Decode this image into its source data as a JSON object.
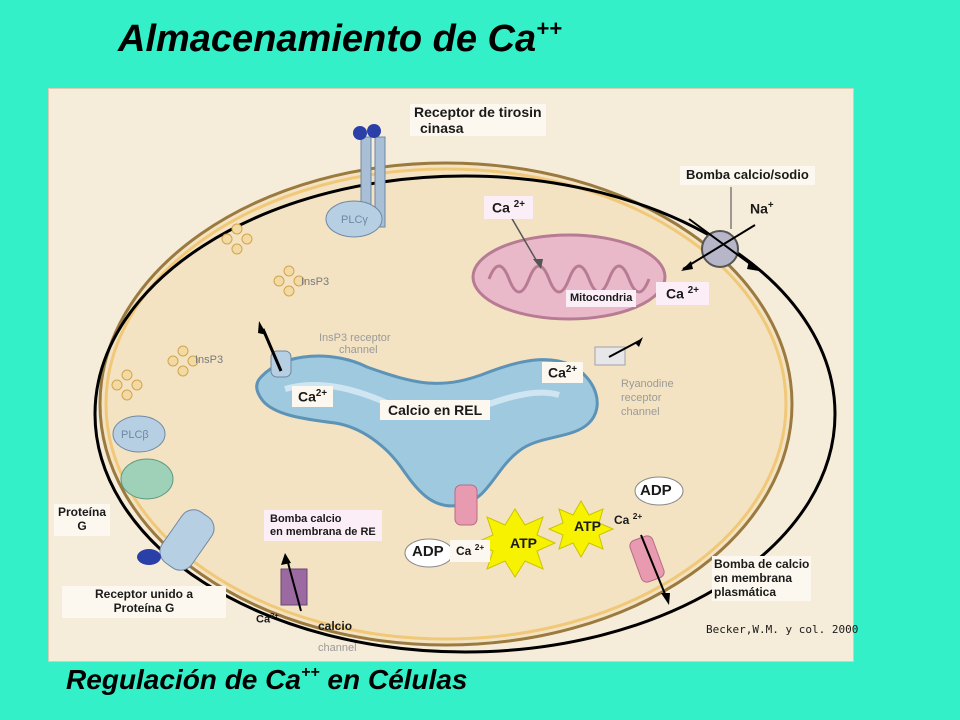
{
  "title": {
    "text": "Almacenamiento de Ca",
    "sup": "++"
  },
  "subtitle": {
    "text": "Regulación de Ca",
    "sup": "++",
    "tail": " en Células"
  },
  "labels": {
    "tyrosine_receptor": "Receptor de tirosin",
    "tyrosine_receptor_2": "cinasa",
    "pump_ca_na": "Bomba calcio/sodio",
    "na": "Na",
    "na_sup": "+",
    "ca_mito": "Ca",
    "ca_mito_sup": "2+",
    "mitocondria": "Mitocondria",
    "ca_pump": "Ca",
    "ca_pump_sup": "2+",
    "ca_ryan": "Ca",
    "ca_ryan_sup": "2+",
    "ca_insp3": "Ca",
    "ca_insp3_sup": "2+",
    "calcio_rel": "Calcio en REL",
    "proteina_g": "Proteína",
    "proteina_g_2": "G",
    "receptor_g": "Receptor unido a",
    "receptor_g_2": "Proteína G",
    "bomba_re": "Bomba calcio",
    "bomba_re_2": "en membrana de RE",
    "adp_left": "ADP",
    "ca_adp_left": "Ca",
    "ca_adp_left_sup": "2+",
    "atp_left": "ATP",
    "atp_right": "ATP",
    "adp_right": "ADP",
    "ca_adp_right": "Ca",
    "ca_adp_right_sup": "2+",
    "bomba_pm": "Bomba de calcio",
    "bomba_pm_2": "en membrana",
    "bomba_pm_3": "plasmática",
    "ca_channel": "Ca",
    "ca_channel_sup": "2+",
    "calcio_channel": "calcio",
    "channel_word": "channel",
    "citation": "Becker,W.M. y col. 2000"
  },
  "figure_text": {
    "plc_gamma": "PLCγ",
    "insp3_a": "InsP3",
    "insp3_b": "InsP3",
    "insp3_receptor": "InsP3 receptor",
    "insp3_channel": "channel",
    "ryanodine_1": "Ryanodine",
    "ryanodine_2": "receptor",
    "ryanodine_3": "channel",
    "plc_beta": "PLCβ"
  }
}
